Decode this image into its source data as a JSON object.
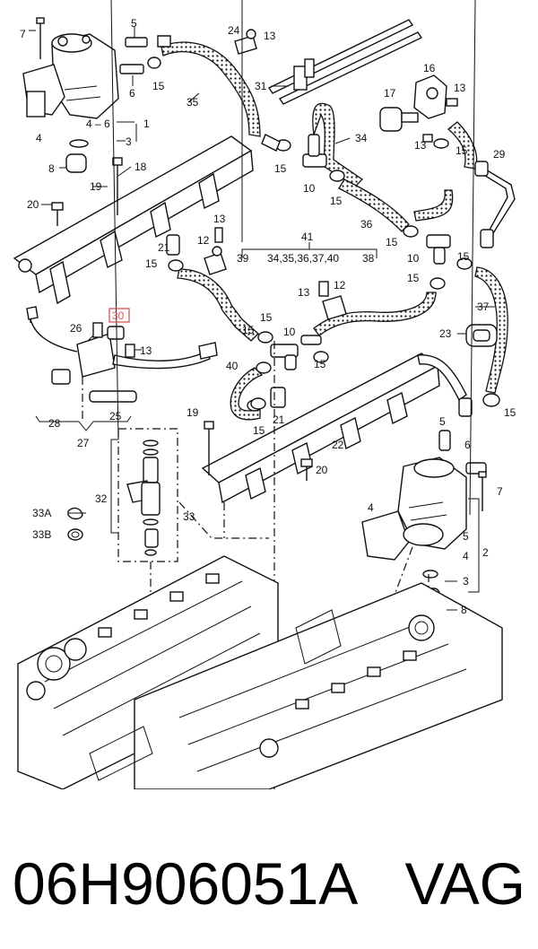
{
  "callouts": {
    "c7a": "7",
    "c5a": "5",
    "c6a": "6",
    "c15a": "15",
    "c4a": "4",
    "c46": "4 – 6",
    "c1": "1",
    "c3a": "3",
    "c8a": "8",
    "c18": "18",
    "c19a": "19",
    "c20a": "20",
    "c35": "35",
    "c24": "24",
    "c13a": "13",
    "c31": "31",
    "c16": "16",
    "c17": "17",
    "c13b": "13",
    "c13c": "13",
    "c15b": "15",
    "c34": "34",
    "c15c": "15",
    "c10a": "10",
    "c15d": "15",
    "c36": "36",
    "c29": "29",
    "c15e": "15",
    "c10b": "10",
    "c15f": "15",
    "c15g": "15",
    "c37": "37",
    "c23": "23",
    "c15h": "15",
    "c41": "41",
    "c34s": "34,35,36,37,40",
    "c39": "39",
    "c38": "38",
    "c13d": "13",
    "c12a": "12",
    "c21a": "21",
    "c15i": "15",
    "c13e": "13",
    "c12b": "12",
    "c15j": "15",
    "c10c": "10",
    "c15k": "15",
    "c26": "26",
    "c30": "30",
    "c13f": "13",
    "c40": "40",
    "c15l": "15",
    "c15m": "15",
    "c21b": "21",
    "c28": "28",
    "c25": "25",
    "c27": "27",
    "c19b": "19",
    "c22": "22",
    "c20b": "20",
    "c32": "32",
    "c33": "33",
    "c33a": "33A",
    "c33b": "33B",
    "c5b": "5",
    "c6b": "6",
    "c7b": "7",
    "c4b": "4",
    "c5c": "5",
    "c4c": "4",
    "c2": "2",
    "c3b": "3",
    "c8b": "8"
  },
  "caption": {
    "part_number": "06H906051A",
    "brand": "VAG"
  },
  "colors": {
    "highlight": "#d9534f",
    "ink": "#111111"
  }
}
